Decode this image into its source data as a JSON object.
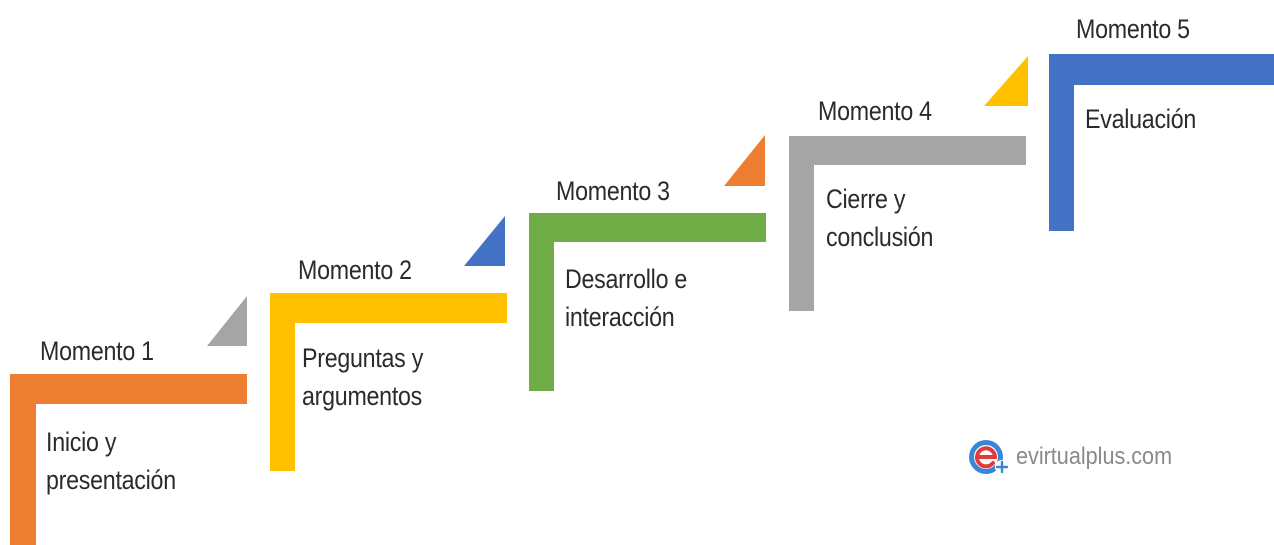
{
  "steps": [
    {
      "title": "Momento 1",
      "lines": [
        "Inicio y",
        "presentación"
      ],
      "color": "#ED7D31"
    },
    {
      "title": "Momento 2",
      "lines": [
        "Preguntas y",
        "argumentos"
      ],
      "color": "#FFC000"
    },
    {
      "title": "Momento 3",
      "lines": [
        "Desarrollo e",
        "interacción"
      ],
      "color": "#70AD47"
    },
    {
      "title": "Momento 4",
      "lines": [
        "Cierre y",
        "conclusión"
      ],
      "color": "#A5A5A5"
    },
    {
      "title": "Momento 5",
      "lines": [
        "Evaluación"
      ],
      "color": "#4472C4"
    }
  ],
  "brand": {
    "text": "evirtualplus.com",
    "icon": "evirtualplus-logo-icon"
  }
}
